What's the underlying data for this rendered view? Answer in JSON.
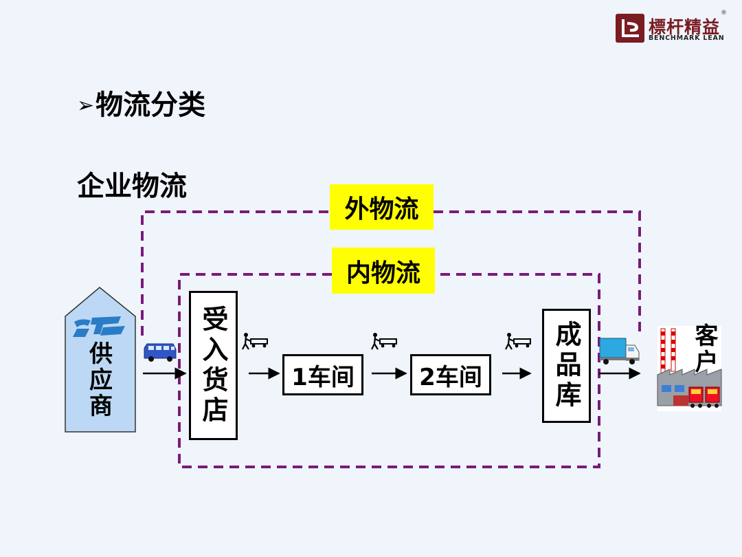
{
  "logo": {
    "name_cn": "標杆精益",
    "name_en": "BENCHMARK LEAN",
    "registered": "®"
  },
  "heading": {
    "bullet": "➢",
    "title": "物流分类",
    "subtitle": "企业物流"
  },
  "flow_labels": {
    "outer": "外物流",
    "inner": "内物流"
  },
  "nodes": {
    "supplier": "供应商",
    "receiving": "受入货店",
    "workshop1": "1车间",
    "workshop2": "2车间",
    "finished_goods": "成品库",
    "customer": "客户"
  },
  "colors": {
    "boundary_dash": "#7a1a7a",
    "label_highlight": "#ffff00",
    "supplier_fill": "#bcd8f4",
    "logo_brand": "#7a1c22"
  },
  "icons": [
    "supplier-logo-icon",
    "van-icon",
    "hand-cart-worker-icon",
    "truck-icon",
    "factory-icon"
  ]
}
